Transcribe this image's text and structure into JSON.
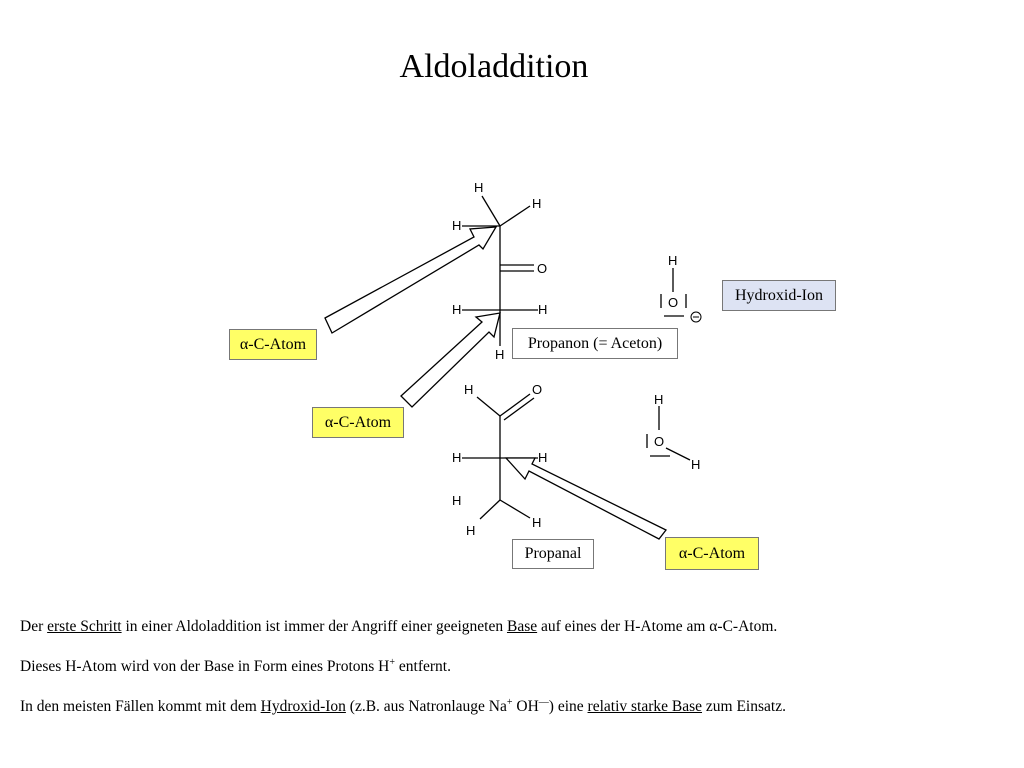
{
  "title": "Aldoladdition",
  "labels": {
    "alpha_c_atom_1": "α-C-Atom",
    "alpha_c_atom_2": "α-C-Atom",
    "alpha_c_atom_3": "α-C-Atom",
    "propanon": "Propanon (= Aceton)",
    "propanal": "Propanal",
    "hydroxid_ion": "Hydroxid-Ion"
  },
  "atoms": {
    "H": "H",
    "O": "O",
    "minus": "−"
  },
  "text": {
    "p1_a": "Der ",
    "p1_link1": "erste Schritt",
    "p1_b": " in einer Aldoladdition ist immer der Angriff einer geeigneten ",
    "p1_link2": "Base",
    "p1_c": " auf eines der H-Atome am α-C-Atom.",
    "p2_a": "Dieses H-Atom wird von der Base in Form eines Protons H",
    "p2_sup": "+",
    "p2_b": " entfernt.",
    "p3_a": "In den meisten Fällen kommt mit dem ",
    "p3_link1": "Hydroxid-Ion",
    "p3_b": " (z.B. aus Natronlauge Na",
    "p3_sup1": "+",
    "p3_c": " OH",
    "p3_sup2": "—",
    "p3_d": ") eine ",
    "p3_link2": "relativ starke Base",
    "p3_e": " zum Einsatz."
  },
  "colors": {
    "alpha_box": "#ffff66",
    "hydroxid_box": "#dde3f3",
    "box_border": "#777777"
  }
}
